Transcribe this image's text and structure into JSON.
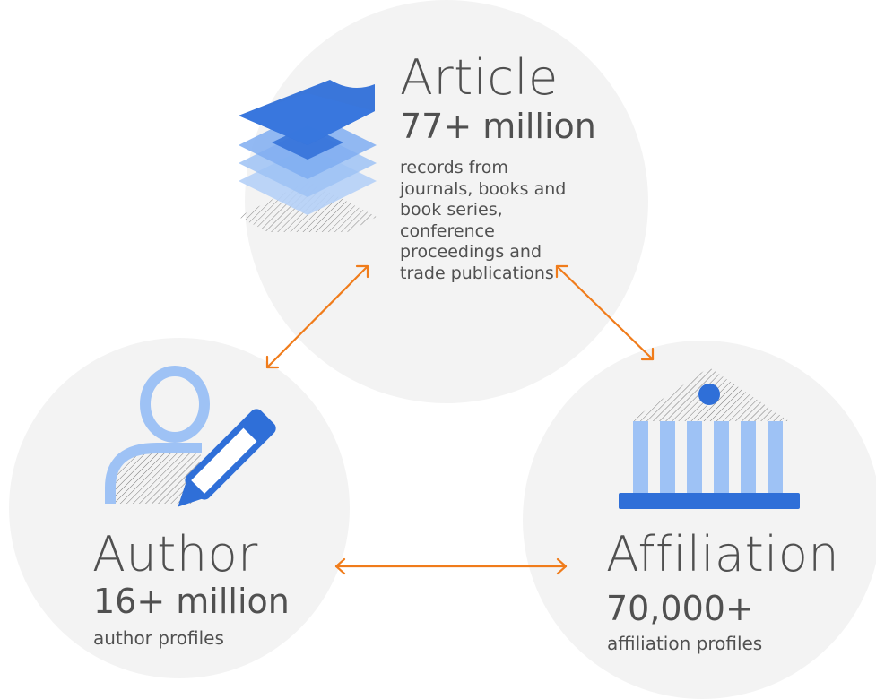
{
  "article": {
    "title": "Article",
    "count": "77+ million",
    "description": "records from journals, books and book series, conference proceedings and trade publications"
  },
  "author": {
    "title": "Author",
    "count": "16+ million",
    "description": "author profiles"
  },
  "affiliation": {
    "title": "Affiliation",
    "count": "70,000+",
    "description": "affiliation profiles"
  },
  "icons": {
    "article": "stacked-layers-icon",
    "author": "person-with-pencil-icon",
    "affiliation": "institution-building-icon"
  },
  "colors": {
    "circle": "#f3f3f3",
    "arrow": "#f07c1b",
    "blue_dark": "#2f6fd8",
    "blue_light": "#9ec2f5",
    "text": "#505050"
  }
}
